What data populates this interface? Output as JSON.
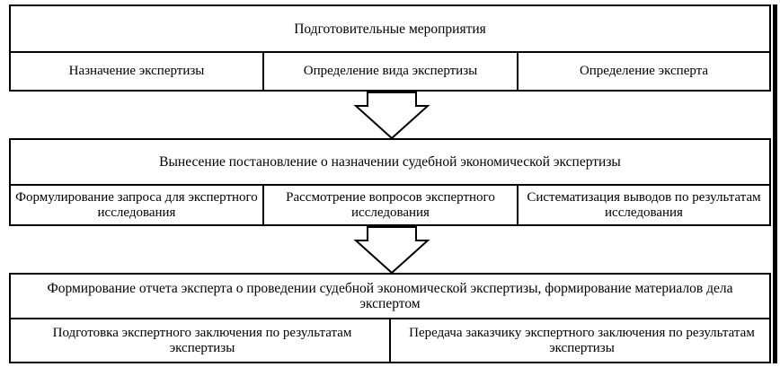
{
  "blocks": [
    {
      "title": "Подготовительные мероприятия",
      "items": [
        "Назначение экспертизы",
        "Определение вида экспертизы",
        "Определение эксперта"
      ]
    },
    {
      "title": "Вынесение постановление о назначении судебной экономической экспертизы",
      "items": [
        "Формулирование запроса для экспертного исследования",
        "Рассмотрение вопросов экспертного исследования",
        "Систематизация выводов по результатам  исследования"
      ]
    },
    {
      "title": "Формирование отчета эксперта о проведении судебной экономической экспертизы, формирование материалов дела экспертом",
      "items": [
        "Подготовка экспертного заключения по результатам экспертизы",
        "Передача заказчику экспертного заключения по результатам экспертизы"
      ]
    }
  ]
}
